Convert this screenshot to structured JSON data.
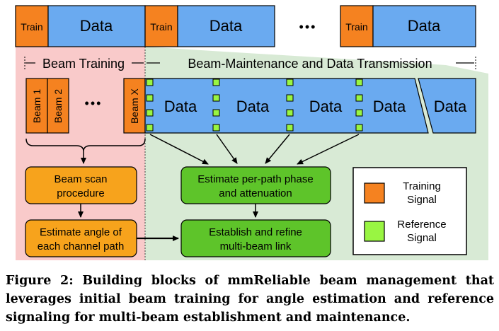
{
  "top_frames": [
    {
      "train": "Train",
      "data": "Data"
    },
    {
      "train": "Train",
      "data": "Data"
    },
    {
      "train": "Train",
      "data": "Data"
    }
  ],
  "top_ellipsis": "•••",
  "phases": {
    "training": "Beam Training",
    "maintenance": "Beam-Maintenance and Data Transmission"
  },
  "beams": [
    "Beam 1",
    "Beam 2",
    "Beam X"
  ],
  "beam_ellipsis": "•••",
  "data_segments": [
    "Data",
    "Data",
    "Data",
    "Data",
    "Data"
  ],
  "blocks": {
    "beam_scan": [
      "Beam scan",
      "procedure"
    ],
    "estimate_angle": [
      "Estimate angle of",
      "each channel path"
    ],
    "estimate_phase": [
      "Estimate per-path phase",
      "and attenuation"
    ],
    "establish": [
      "Establish and refine",
      "multi-beam link"
    ]
  },
  "legend": {
    "training": [
      "Training",
      "Signal"
    ],
    "reference": [
      "Reference",
      "Signal"
    ]
  },
  "caption": "Figure 2: Building blocks of mmReliable beam management that leverages initial beam training for angle estimation and reference signaling for multi-beam establishment and maintenance.",
  "colors": {
    "train_orange": "#f58220",
    "data_blue": "#6aaaf0",
    "pink_bg": "#f9caca",
    "green_bg": "#d8ead5",
    "block_orange": "#f7a31c",
    "block_green": "#5ec42a",
    "ref_green": "#99f542"
  }
}
